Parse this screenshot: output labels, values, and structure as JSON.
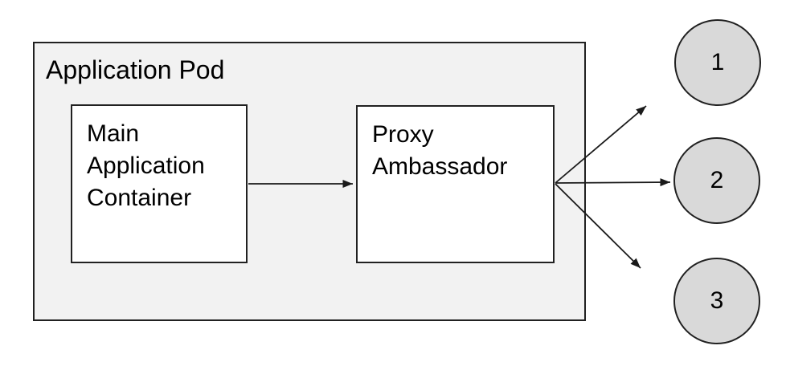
{
  "diagram": {
    "pod_label": "Application Pod",
    "nodes": [
      {
        "id": "main-application-container",
        "label": "Main Application Container"
      },
      {
        "id": "proxy-ambassador",
        "label": "Proxy Ambassador"
      }
    ],
    "endpoints": [
      {
        "id": "endpoint-1",
        "label": "1"
      },
      {
        "id": "endpoint-2",
        "label": "2"
      },
      {
        "id": "endpoint-3",
        "label": "3"
      }
    ],
    "edges": [
      {
        "from": "main-application-container",
        "to": "proxy-ambassador"
      },
      {
        "from": "proxy-ambassador",
        "to": "endpoint-1"
      },
      {
        "from": "proxy-ambassador",
        "to": "endpoint-2"
      },
      {
        "from": "proxy-ambassador",
        "to": "endpoint-3"
      }
    ],
    "colors": {
      "pod_fill": "#f2f2f2",
      "node_fill": "#ffffff",
      "endpoint_fill": "#d9d9d9",
      "border": "#212121",
      "arrow": "#1a1a1a",
      "text": "#000000",
      "background": "#ffffff"
    }
  }
}
